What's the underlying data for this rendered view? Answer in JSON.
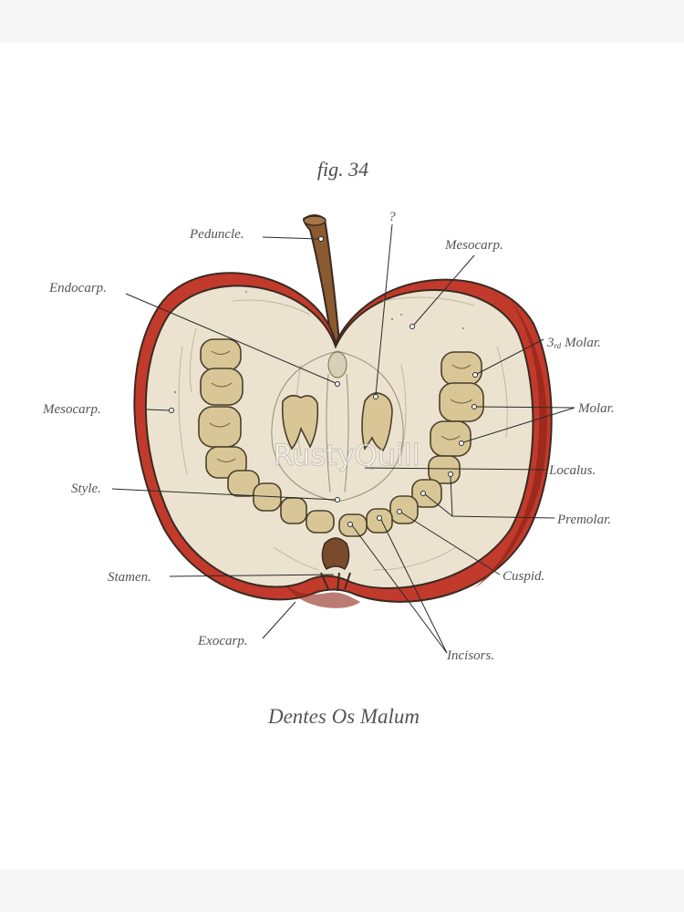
{
  "title": "fig. 34",
  "caption": "Dentes Os Malum",
  "watermark": "RustyQuill",
  "labels": {
    "peduncle": "Peduncle.",
    "question": "?",
    "mesocarp_top": "Mesocarp.",
    "endocarp": "Endocarp.",
    "third_molar_num": "3",
    "third_molar_sup": "rd",
    "third_molar_word": "Molar.",
    "mesocarp_left": "Mesocarp.",
    "molar": "Molar.",
    "localus": "Localus.",
    "style": "Style.",
    "premolar": "Premolar.",
    "stamen": "Stamen.",
    "cuspid": "Cuspid.",
    "exocarp": "Exocarp.",
    "incisors": "Incisors."
  },
  "colors": {
    "flesh": "#ebe3cf",
    "skin": "#c23a2b",
    "skin_dark": "#8e2418",
    "stem": "#8a5a30",
    "tooth": "#d9c697",
    "seed": "#7a4a2c"
  }
}
